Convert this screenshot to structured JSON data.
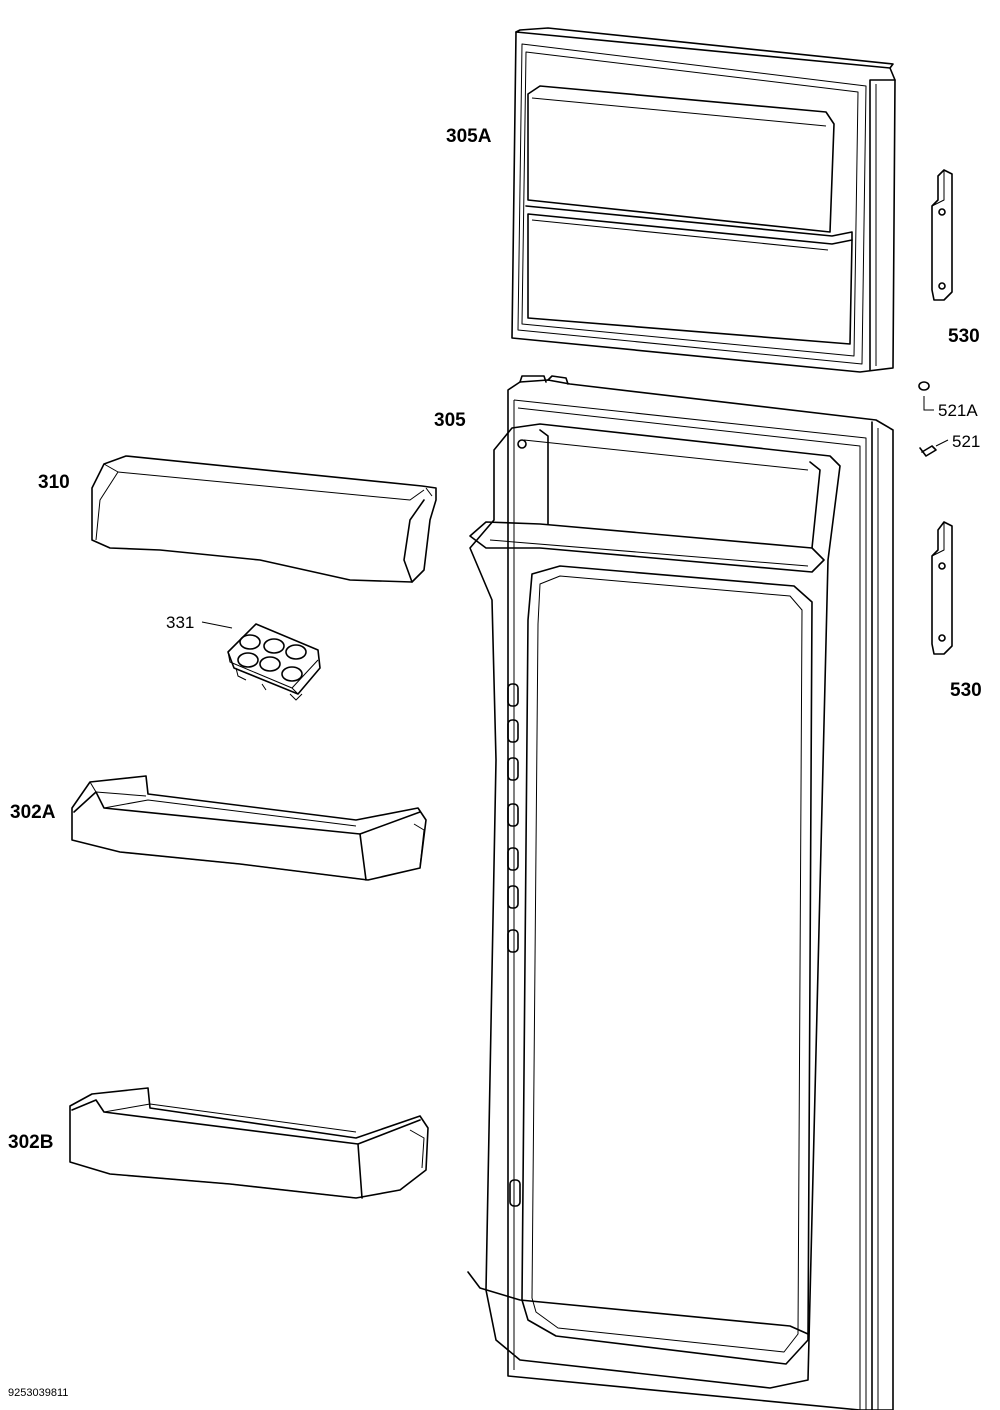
{
  "labels": {
    "freezer_door": "305A",
    "main_door": "305",
    "butter_cover": "310",
    "egg_tray": "331",
    "shelf_a": "302A",
    "shelf_b": "302B",
    "hinge_top": "530",
    "hinge_bottom": "530",
    "washer": "521A",
    "screw": "521"
  },
  "footer": {
    "drawing_id": "9253039811"
  }
}
